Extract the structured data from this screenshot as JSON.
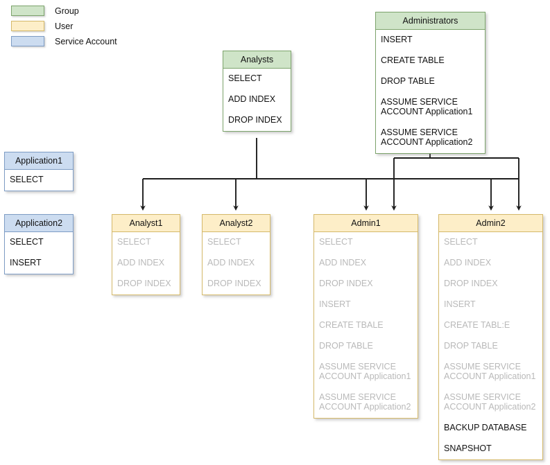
{
  "legend": {
    "items": [
      {
        "label": "Group",
        "type": "group",
        "color": "#cfe4c8"
      },
      {
        "label": "User",
        "type": "user",
        "color": "#fdeec8"
      },
      {
        "label": "Service Account",
        "type": "service",
        "color": "#ccdcf0"
      }
    ]
  },
  "entities": {
    "analysts": {
      "title": "Analysts",
      "type": "group",
      "permissions": [
        {
          "text": "SELECT",
          "inherited": false
        },
        {
          "text": "ADD INDEX",
          "inherited": false
        },
        {
          "text": "DROP INDEX",
          "inherited": false
        }
      ]
    },
    "administrators": {
      "title": "Administrators",
      "type": "group",
      "permissions": [
        {
          "text": "INSERT",
          "inherited": false
        },
        {
          "text": "CREATE TABLE",
          "inherited": false
        },
        {
          "text": "DROP TABLE",
          "inherited": false
        },
        {
          "text": "ASSUME SERVICE\nACCOUNT Application1",
          "inherited": false
        },
        {
          "text": "ASSUME SERVICE\nACCOUNT Application2",
          "inherited": false
        }
      ]
    },
    "application1": {
      "title": "Application1",
      "type": "service",
      "permissions": [
        {
          "text": "SELECT",
          "inherited": false
        }
      ]
    },
    "application2": {
      "title": "Application2",
      "type": "service",
      "permissions": [
        {
          "text": "SELECT",
          "inherited": false
        },
        {
          "text": "INSERT",
          "inherited": false
        }
      ]
    },
    "analyst1": {
      "title": "Analyst1",
      "type": "user",
      "permissions": [
        {
          "text": "SELECT",
          "inherited": true
        },
        {
          "text": "ADD INDEX",
          "inherited": true
        },
        {
          "text": "DROP INDEX",
          "inherited": true
        }
      ]
    },
    "analyst2": {
      "title": "Analyst2",
      "type": "user",
      "permissions": [
        {
          "text": "SELECT",
          "inherited": true
        },
        {
          "text": "ADD INDEX",
          "inherited": true
        },
        {
          "text": "DROP INDEX",
          "inherited": true
        }
      ]
    },
    "admin1": {
      "title": "Admin1",
      "type": "user",
      "permissions": [
        {
          "text": "SELECT",
          "inherited": true
        },
        {
          "text": "ADD INDEX",
          "inherited": true
        },
        {
          "text": "DROP INDEX",
          "inherited": true
        },
        {
          "text": "INSERT",
          "inherited": true
        },
        {
          "text": "CREATE TBALE",
          "inherited": true
        },
        {
          "text": "DROP TABLE",
          "inherited": true
        },
        {
          "text": "ASSUME SERVICE\nACCOUNT Application1",
          "inherited": true
        },
        {
          "text": "ASSUME SERVICE\nACCOUNT Application2",
          "inherited": true
        }
      ]
    },
    "admin2": {
      "title": "Admin2",
      "type": "user",
      "permissions": [
        {
          "text": "SELECT",
          "inherited": true
        },
        {
          "text": "ADD INDEX",
          "inherited": true
        },
        {
          "text": "DROP INDEX",
          "inherited": true
        },
        {
          "text": "INSERT",
          "inherited": true
        },
        {
          "text": "CREATE TABL:E",
          "inherited": true
        },
        {
          "text": "DROP TABLE",
          "inherited": true
        },
        {
          "text": "ASSUME SERVICE\nACCOUNT Application1",
          "inherited": true
        },
        {
          "text": "ASSUME SERVICE\nACCOUNT Application2",
          "inherited": true
        },
        {
          "text": "BACKUP DATABASE",
          "inherited": false
        },
        {
          "text": "SNAPSHOT",
          "inherited": false
        }
      ]
    }
  },
  "connections": [
    {
      "from": "analysts",
      "to": "analyst1"
    },
    {
      "from": "analysts",
      "to": "analyst2"
    },
    {
      "from": "analysts",
      "to": "admin1"
    },
    {
      "from": "analysts",
      "to": "admin2"
    },
    {
      "from": "administrators",
      "to": "admin1"
    },
    {
      "from": "administrators",
      "to": "admin2"
    }
  ],
  "style": {
    "connector_color": "#1d1d1d",
    "background": "#ffffff"
  }
}
